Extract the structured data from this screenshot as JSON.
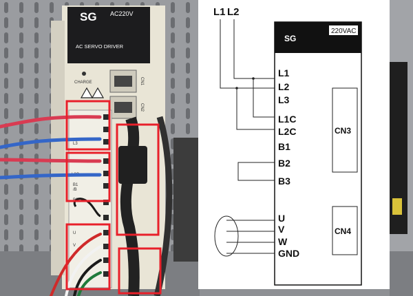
{
  "photo": {
    "brand": "SG",
    "voltage": "AC220V",
    "model": "AC SERVO DRIVER",
    "charge": "CHARGE",
    "cn1": "CN1",
    "cn2": "CN2",
    "terminal_labels": [
      "L1",
      "L3",
      "L1C",
      "L2C",
      "B1",
      "B2",
      "U",
      "V"
    ],
    "b1_sub": "/B",
    "highlight_color": "#e8202a"
  },
  "diagram": {
    "top_inputs": [
      "L1",
      "L2"
    ],
    "drive_brand": "SG",
    "drive_voltage": "220VAC",
    "terminals": [
      "L1",
      "L2",
      "L3",
      "L1C",
      "L2C",
      "B1",
      "B2",
      "B3",
      "U",
      "V",
      "W",
      "GND"
    ],
    "connectors": [
      "CN3",
      "CN4"
    ]
  }
}
